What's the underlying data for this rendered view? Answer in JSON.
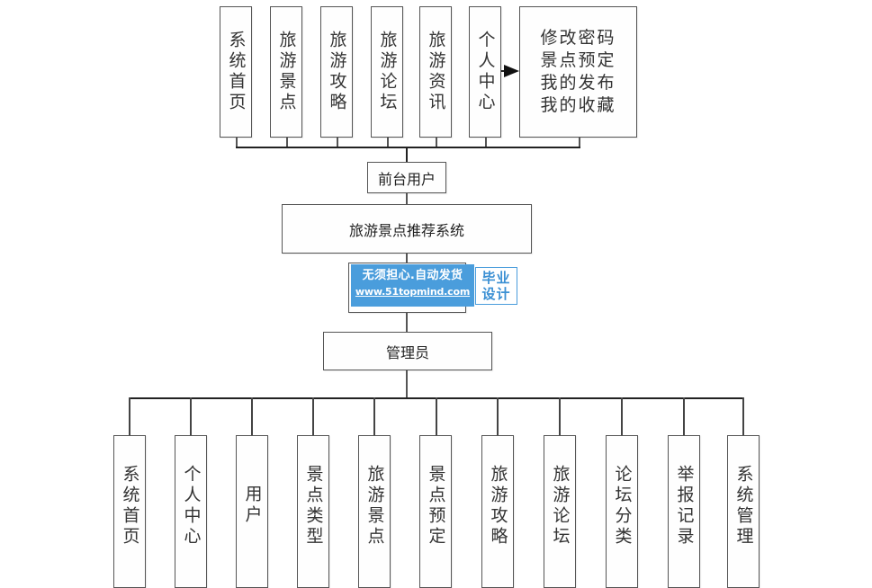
{
  "root": {
    "label": "旅游景点推荐系统"
  },
  "frontend": {
    "label": "前台用户",
    "modules": [
      {
        "label": "系统首页"
      },
      {
        "label": "旅游景点"
      },
      {
        "label": "旅游攻略"
      },
      {
        "label": "旅游论坛"
      },
      {
        "label": "旅游资讯"
      },
      {
        "label": "个人中心"
      }
    ],
    "personal_center_details": [
      "修改密码",
      "景点预定",
      "我的发布",
      "我的收藏"
    ]
  },
  "admin": {
    "label": "管理员",
    "modules": [
      {
        "label": "系统首页"
      },
      {
        "label": "个人中心"
      },
      {
        "label": "用户"
      },
      {
        "label": "景点类型"
      },
      {
        "label": "旅游景点"
      },
      {
        "label": "景点预定"
      },
      {
        "label": "旅游攻略"
      },
      {
        "label": "旅游论坛"
      },
      {
        "label": "论坛分类"
      },
      {
        "label": "举报记录"
      },
      {
        "label": "系统管理"
      }
    ]
  },
  "watermark": {
    "line1": "无须担心.自动发货",
    "line2": "www.51topmind.com",
    "badge_line1": "毕业",
    "badge_line2": "设计",
    "color": "#4a9ddc"
  }
}
